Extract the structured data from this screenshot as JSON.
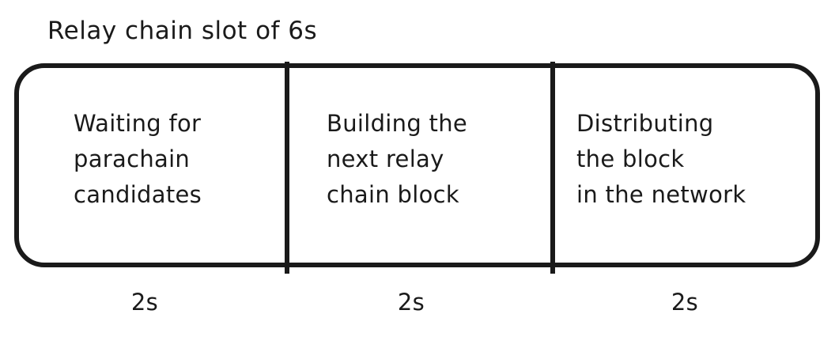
{
  "diagram": {
    "title": "Relay chain slot of 6s",
    "total_duration": "6s",
    "shape": "rounded-rectangle",
    "stroke_color": "#1a1a1a",
    "background_color": "#ffffff",
    "segments": [
      {
        "label": "Waiting for\nparachain\ncandidates",
        "line1": "Waiting for",
        "line2": "parachain",
        "line3": "candidates",
        "duration": "2s"
      },
      {
        "label": "Building the\nnext relay\nchain block",
        "line1": "Building the",
        "line2": "next relay",
        "line3": "chain block",
        "duration": "2s"
      },
      {
        "label": "Distributing\nthe block\nin the network",
        "line1": "Distributing",
        "line2": "the block",
        "line3": "in the network",
        "duration": "2s"
      }
    ]
  }
}
